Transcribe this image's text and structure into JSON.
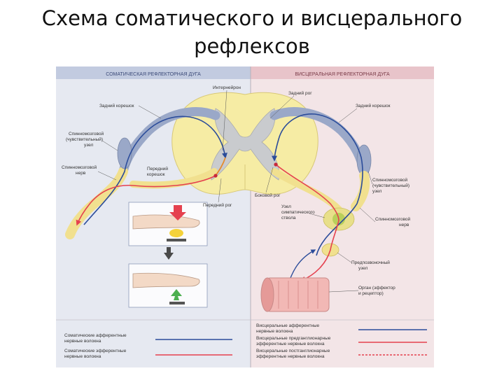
{
  "title": {
    "line1": "Схема соматического и висцерального",
    "line2": "рефлексов"
  },
  "colors": {
    "somatic_panel": "#e6e9f1",
    "visceral_panel": "#f3e5e7",
    "somatic_header": "#c2cbe0",
    "visceral_header": "#e8c4ca",
    "spinal_cord": "#f6eca4",
    "grey_matter": "#c9cbce",
    "afferent_blue": "#2b4c9a",
    "efferent_red": "#e5414f",
    "nerve_yellow": "#f1e08f",
    "organ_pink": "#f2b8b5"
  },
  "headers": {
    "somatic": "СОМАТИЧЕСКАЯ РЕФЛЕКТОРНАЯ ДУГА",
    "visceral": "ВИСЦЕРАЛЬНАЯ РЕФЛЕКТОРНАЯ ДУГА"
  },
  "labels": {
    "interneuron": "Интернейрон",
    "dorsal_horn": "Задний рог",
    "dorsal_root_left": "Задний корешок",
    "dorsal_root_right": "Задний корешок",
    "spinal_ganglion": [
      "Спинномозговой",
      "(чувствительный)",
      "узел"
    ],
    "spinal_nerve_left": [
      "Спинномозговой",
      "нерв"
    ],
    "ventral_root": [
      "Передний",
      "корешок"
    ],
    "ventral_horn": "Передний рог",
    "lateral_horn": "Боковой рог",
    "sympathetic_ganglion": [
      "Узел",
      "симпатического",
      "ствола"
    ],
    "spinal_ganglion_right": [
      "Спинномозговой",
      "(чувствительный)",
      "узел"
    ],
    "spinal_nerve_right": [
      "Спинномозговой",
      "нерв"
    ],
    "prevertebral_ganglion": [
      "Предпозвоночный",
      "узел"
    ],
    "effector_organ": [
      "Орган (эффектор",
      "и рецептор)"
    ]
  },
  "legend": {
    "somatic": [
      {
        "label": [
          "Соматические афферентные",
          "нервные волокна"
        ],
        "color": "#2b4c9a"
      },
      {
        "label": [
          "Соматические эфферентные",
          "нервные волокна"
        ],
        "color": "#e5414f"
      }
    ],
    "visceral": [
      {
        "label": [
          "Висцеральные афферентные",
          "нервные волокна"
        ],
        "color": "#2b4c9a"
      },
      {
        "label": [
          "Висцеральные предганглионарные",
          "эфферентные нервные волокна"
        ],
        "color": "#e5414f"
      },
      {
        "label": [
          "Висцеральные постганглионарные",
          "эфферентные нервные волокна"
        ],
        "color": "#e5414f"
      }
    ]
  }
}
